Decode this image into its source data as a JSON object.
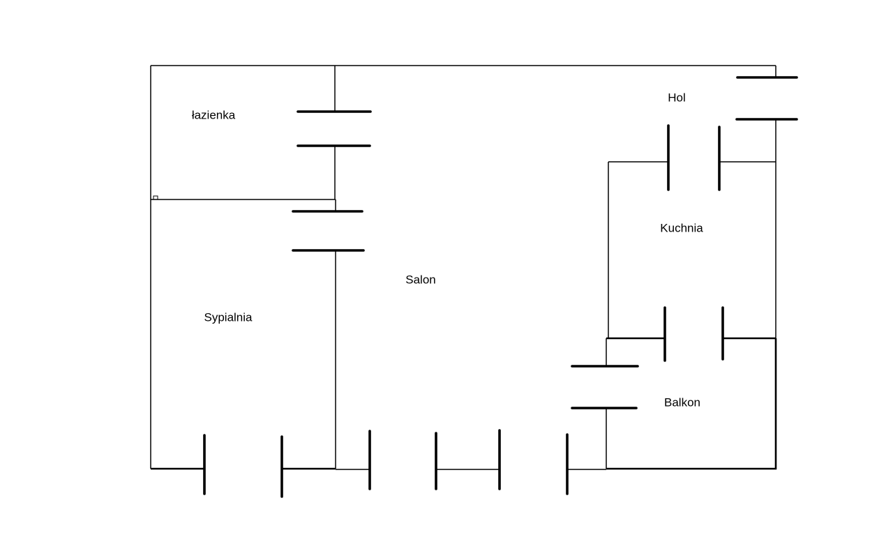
{
  "floor_plan": {
    "rooms": {
      "bathroom": "łazienka",
      "hall": "Hol",
      "kitchen": "Kuchnia",
      "living_room": "Salon",
      "bedroom": "Sypialnia",
      "balcony": "Balkon"
    },
    "colors": {
      "line": "#000000",
      "background": "#ffffff"
    }
  }
}
